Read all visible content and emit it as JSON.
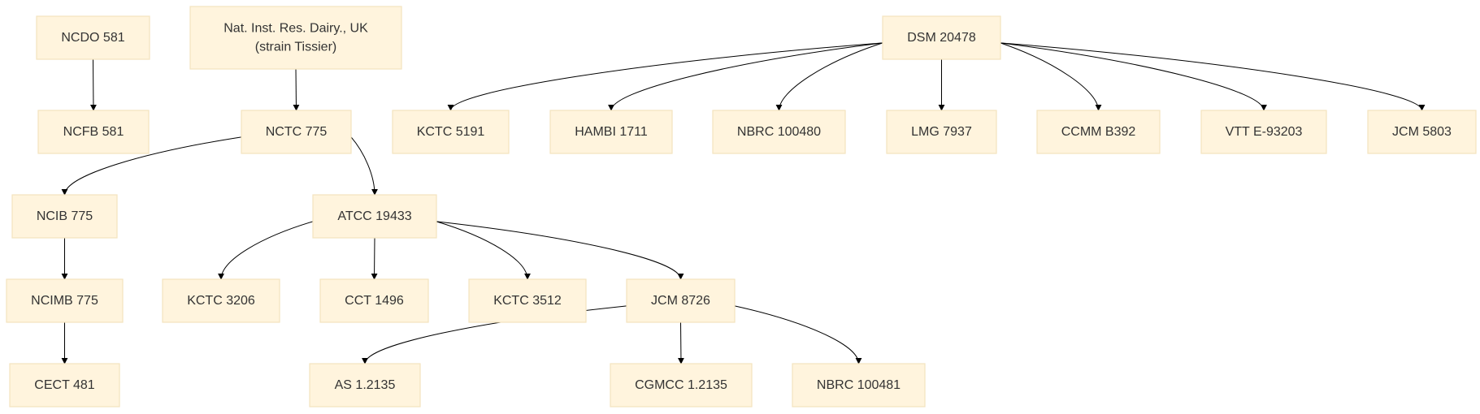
{
  "nodes": [
    {
      "id": "ncdo581",
      "lines": [
        "NCDO 581"
      ]
    },
    {
      "id": "ncfb581",
      "lines": [
        "NCFB 581"
      ]
    },
    {
      "id": "natinst",
      "lines": [
        "Nat. Inst. Res. Dairy., UK",
        "(strain Tissier)"
      ]
    },
    {
      "id": "nctc775",
      "lines": [
        "NCTC 775"
      ]
    },
    {
      "id": "ncib775",
      "lines": [
        "NCIB 775"
      ]
    },
    {
      "id": "ncimb775",
      "lines": [
        "NCIMB 775"
      ]
    },
    {
      "id": "cect481",
      "lines": [
        "CECT 481"
      ]
    },
    {
      "id": "atcc19433",
      "lines": [
        "ATCC 19433"
      ]
    },
    {
      "id": "kctc3206",
      "lines": [
        "KCTC 3206"
      ]
    },
    {
      "id": "cct1496",
      "lines": [
        "CCT 1496"
      ]
    },
    {
      "id": "kctc3512",
      "lines": [
        "KCTC 3512"
      ]
    },
    {
      "id": "jcm8726",
      "lines": [
        "JCM 8726"
      ]
    },
    {
      "id": "as12135",
      "lines": [
        "AS 1.2135"
      ]
    },
    {
      "id": "cgmcc12135",
      "lines": [
        "CGMCC 1.2135"
      ]
    },
    {
      "id": "nbrc100481",
      "lines": [
        "NBRC 100481"
      ]
    },
    {
      "id": "dsm20478",
      "lines": [
        "DSM 20478"
      ]
    },
    {
      "id": "kctc5191",
      "lines": [
        "KCTC 5191"
      ]
    },
    {
      "id": "hambi1711",
      "lines": [
        "HAMBI 1711"
      ]
    },
    {
      "id": "nbrc100480",
      "lines": [
        "NBRC 100480"
      ]
    },
    {
      "id": "lmg7937",
      "lines": [
        "LMG 7937"
      ]
    },
    {
      "id": "ccmmb392",
      "lines": [
        "CCMM B392"
      ]
    },
    {
      "id": "vtte93203",
      "lines": [
        "VTT E-93203"
      ]
    },
    {
      "id": "jcm5803",
      "lines": [
        "JCM 5803"
      ]
    }
  ],
  "edges": [
    {
      "from": "ncdo581",
      "to": "ncfb581"
    },
    {
      "from": "natinst",
      "to": "nctc775"
    },
    {
      "from": "nctc775",
      "to": "ncib775"
    },
    {
      "from": "nctc775",
      "to": "atcc19433"
    },
    {
      "from": "ncib775",
      "to": "ncimb775"
    },
    {
      "from": "ncimb775",
      "to": "cect481"
    },
    {
      "from": "atcc19433",
      "to": "kctc3206"
    },
    {
      "from": "atcc19433",
      "to": "cct1496"
    },
    {
      "from": "atcc19433",
      "to": "kctc3512"
    },
    {
      "from": "atcc19433",
      "to": "jcm8726"
    },
    {
      "from": "jcm8726",
      "to": "as12135"
    },
    {
      "from": "jcm8726",
      "to": "cgmcc12135"
    },
    {
      "from": "jcm8726",
      "to": "nbrc100481"
    },
    {
      "from": "dsm20478",
      "to": "kctc5191"
    },
    {
      "from": "dsm20478",
      "to": "hambi1711"
    },
    {
      "from": "dsm20478",
      "to": "nbrc100480"
    },
    {
      "from": "dsm20478",
      "to": "lmg7937"
    },
    {
      "from": "dsm20478",
      "to": "ccmmb392"
    },
    {
      "from": "dsm20478",
      "to": "vtte93203"
    },
    {
      "from": "dsm20478",
      "to": "jcm5803"
    }
  ]
}
